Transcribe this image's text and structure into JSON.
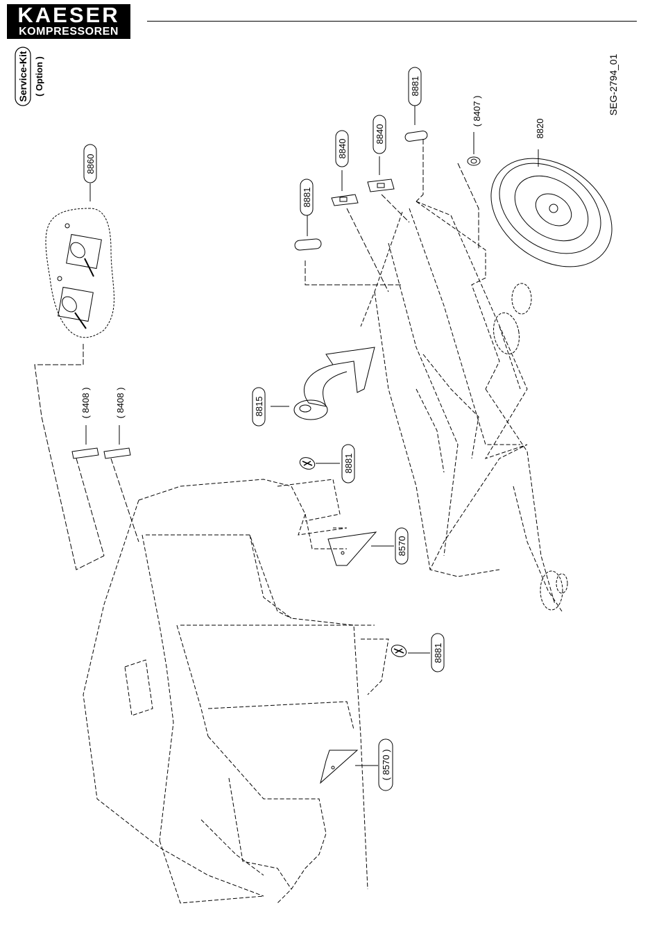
{
  "brand": {
    "name": "KAESER",
    "sub": "KOMPRESSOREN"
  },
  "drawing_id": "SEG-2794_01",
  "service_kit": {
    "title": "Service-Kit",
    "subtitle": "( Option )"
  },
  "callouts": {
    "c8860": "8860",
    "c8881a": "8881",
    "c8840a": "8840",
    "c8840b": "8840",
    "c8881b": "8881",
    "c8407": "( 8407 )",
    "c8820": "8820",
    "c8408a": "( 8408 )",
    "c8408b": "( 8408 )",
    "c8815": "8815",
    "c8881c": "8881",
    "c8570a": "8570",
    "c8881d": "8881",
    "c8570b": "( 8570 )"
  },
  "colors": {
    "ink": "#000000",
    "paper": "#ffffff"
  }
}
